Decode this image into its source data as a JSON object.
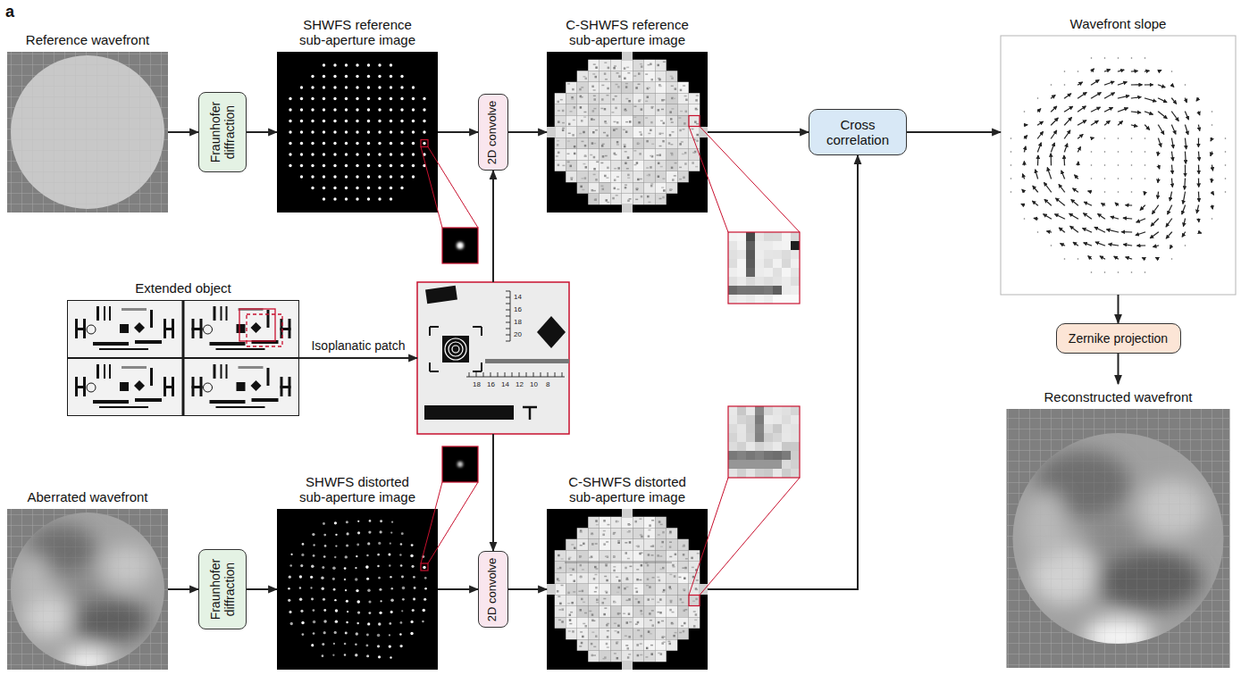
{
  "diagram": {
    "nodes": [
      {
        "text": [
          "Reference wavefront"
        ]
      },
      {
        "text": [
          "Fraunhofer diffraction"
        ]
      },
      {
        "text": [
          "SHWFS reference sub-aperture image"
        ]
      },
      {
        "text": [
          "2D convolve"
        ]
      },
      {
        "text": [
          "C-SHWFS reference sub-aperture image"
        ]
      },
      {
        "text": [
          "Cross correlation"
        ]
      },
      {
        "text": [
          "Wavefront slope"
        ]
      },
      {
        "text": [
          "Extended object"
        ]
      },
      {
        "text": [
          "14",
          "16",
          "18",
          "20",
          "18",
          "16",
          "14",
          "12",
          "10",
          "8"
        ]
      },
      {
        "text": [
          "Zernike projection"
        ]
      },
      {
        "text": [
          "Aberrated wavefront"
        ]
      },
      {
        "text": [
          "Fraunhofer diffraction"
        ]
      },
      {
        "text": [
          "SHWFS distorted sub-aperture image"
        ]
      },
      {
        "text": [
          "2D convolve"
        ]
      },
      {
        "text": [
          "C-SHWFS distorted sub-aperture image"
        ]
      },
      {
        "text": [
          "Reconstructed wavefront"
        ]
      }
    ],
    "edges": [
      {
        "from": 0,
        "to": 1,
        "arrow": "to"
      },
      {
        "from": 1,
        "to": 2,
        "arrow": "to"
      },
      {
        "from": 2,
        "to": 3,
        "arrow": "to"
      },
      {
        "from": 3,
        "to": 4,
        "arrow": "to"
      },
      {
        "from": 4,
        "to": 5,
        "arrow": "to"
      },
      {
        "from": 5,
        "to": 6,
        "arrow": "to"
      },
      {
        "from": 6,
        "to": 9,
        "arrow": "to"
      },
      {
        "from": 7,
        "to": 8,
        "label": "Isoplanatic patch",
        "arrow": "to"
      },
      {
        "from": 8,
        "to": 3,
        "arrow": "to"
      },
      {
        "from": 8,
        "to": 13,
        "arrow": "to"
      },
      {
        "from": 9,
        "to": 15,
        "arrow": "to"
      },
      {
        "from": 10,
        "to": 11,
        "arrow": "to"
      },
      {
        "from": 11,
        "to": 12,
        "arrow": "to"
      },
      {
        "from": 12,
        "to": 13,
        "arrow": "to"
      },
      {
        "from": 13,
        "to": 14,
        "arrow": "to"
      },
      {
        "from": 14,
        "to": 5,
        "arrow": "to"
      }
    ],
    "labels": [
      "a"
    ]
  }
}
